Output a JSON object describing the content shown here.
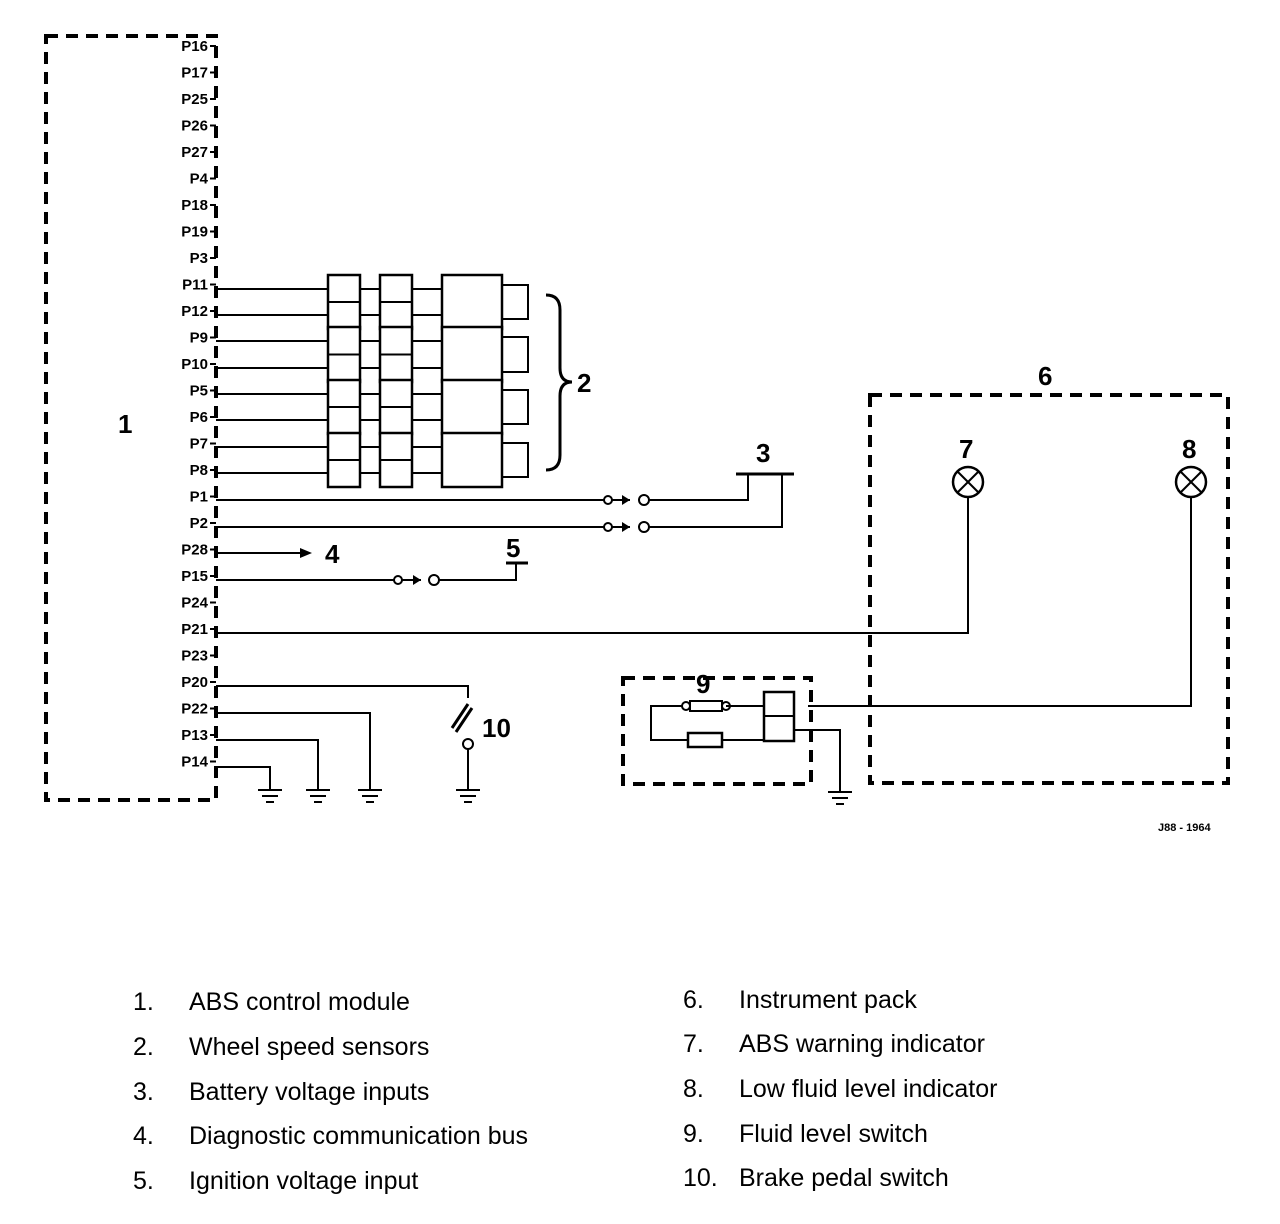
{
  "pins": [
    "P16",
    "P17",
    "P25",
    "P26",
    "P27",
    "P4",
    "P18",
    "P19",
    "P3",
    "P11",
    "P12",
    "P9",
    "P10",
    "P5",
    "P6",
    "P7",
    "P8",
    "P1",
    "P2",
    "P28",
    "P15",
    "P24",
    "P21",
    "P23",
    "P20",
    "P22",
    "P13",
    "P14"
  ],
  "callouts": {
    "c1": "1",
    "c2": "2",
    "c3": "3",
    "c4": "4",
    "c5": "5",
    "c6": "6",
    "c7": "7",
    "c8": "8",
    "c9": "9",
    "c10": "10"
  },
  "figure_ref": "J88 - 1964",
  "legend": [
    {
      "num": "1.",
      "text": "ABS control module"
    },
    {
      "num": "2.",
      "text": "Wheel speed sensors"
    },
    {
      "num": "3.",
      "text": "Battery voltage inputs"
    },
    {
      "num": "4.",
      "text": "Diagnostic communication bus"
    },
    {
      "num": "5.",
      "text": "Ignition voltage input"
    },
    {
      "num": "6.",
      "text": "Instrument pack"
    },
    {
      "num": "7.",
      "text": "ABS warning indicator"
    },
    {
      "num": "8.",
      "text": "Low fluid level indicator"
    },
    {
      "num": "9.",
      "text": "Fluid level switch"
    },
    {
      "num": "10.",
      "text": "Brake pedal switch"
    }
  ]
}
